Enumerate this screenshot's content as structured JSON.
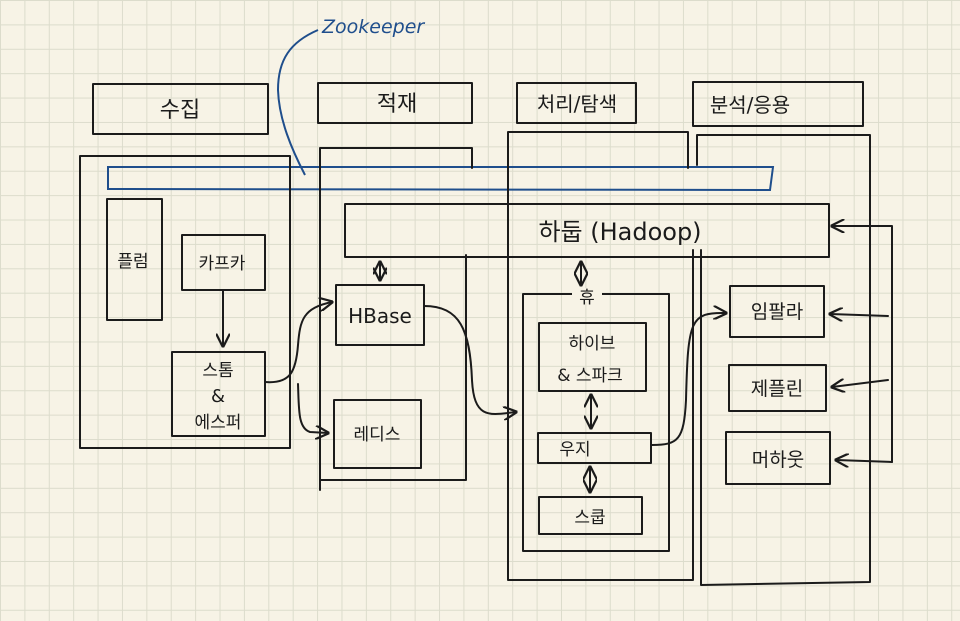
{
  "zookeeper": {
    "label": "Zookeeper",
    "color": "#1f4e8c"
  },
  "headers": {
    "collect": "수집",
    "store": "적재",
    "process": "처리/탐색",
    "analyze": "분석/응용"
  },
  "components": {
    "flume": "플럼",
    "kafka": "카프카",
    "storm": "스톰",
    "amp": "&",
    "esper": "에스퍼",
    "hbase": "HBase",
    "redis": "레디스",
    "hadoop": "하둡 (Hadoop)",
    "hue": "휴",
    "hive": "하이브",
    "spark": "& 스파크",
    "oozie": "우지",
    "sqoop": "스쿱",
    "impala": "임팔라",
    "zeppelin": "제플린",
    "mahout": "머하웃"
  },
  "colors": {
    "ink": "#1b1b1b",
    "paper": "#f7f3e6",
    "grid": "#dcdccc"
  }
}
